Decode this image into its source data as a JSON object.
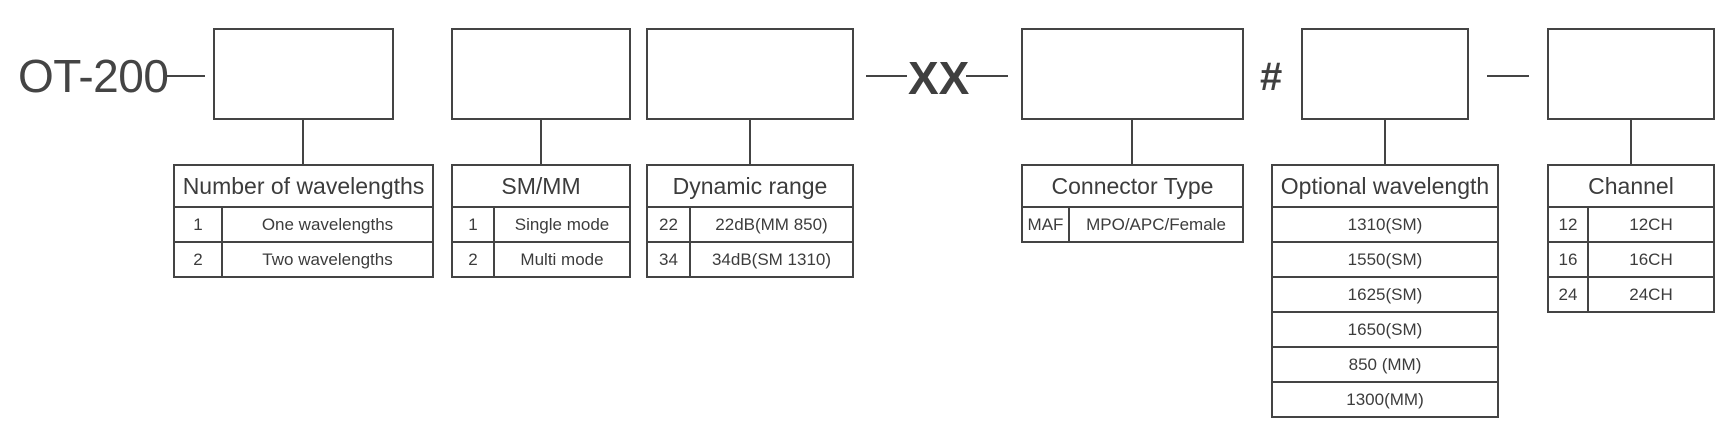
{
  "model_prefix": "OT-200",
  "separators": {
    "xx": "XX",
    "hash": "#"
  },
  "tables": {
    "wavelengths": {
      "header": "Number of wavelengths",
      "rows": [
        {
          "code": "1",
          "label": "One wavelengths"
        },
        {
          "code": "2",
          "label": "Two wavelengths"
        }
      ]
    },
    "mode": {
      "header": "SM/MM",
      "rows": [
        {
          "code": "1",
          "label": "Single mode"
        },
        {
          "code": "2",
          "label": "Multi mode"
        }
      ]
    },
    "dynamic_range": {
      "header": "Dynamic range",
      "rows": [
        {
          "code": "22",
          "label": "22dB(MM 850)"
        },
        {
          "code": "34",
          "label": "34dB(SM 1310)"
        }
      ]
    },
    "connector": {
      "header": "Connector Type",
      "rows": [
        {
          "code": "MAF",
          "label": "MPO/APC/Female"
        }
      ]
    },
    "optional_wavelength": {
      "header": "Optional wavelength",
      "rows": [
        {
          "label": "1310(SM)"
        },
        {
          "label": "1550(SM)"
        },
        {
          "label": "1625(SM)"
        },
        {
          "label": "1650(SM)"
        },
        {
          "label": "850 (MM)"
        },
        {
          "label": "1300(MM)"
        }
      ]
    },
    "channel": {
      "header": "Channel",
      "rows": [
        {
          "code": "12",
          "label": "12CH"
        },
        {
          "code": "16",
          "label": "16CH"
        },
        {
          "code": "24",
          "label": "24CH"
        }
      ]
    }
  }
}
